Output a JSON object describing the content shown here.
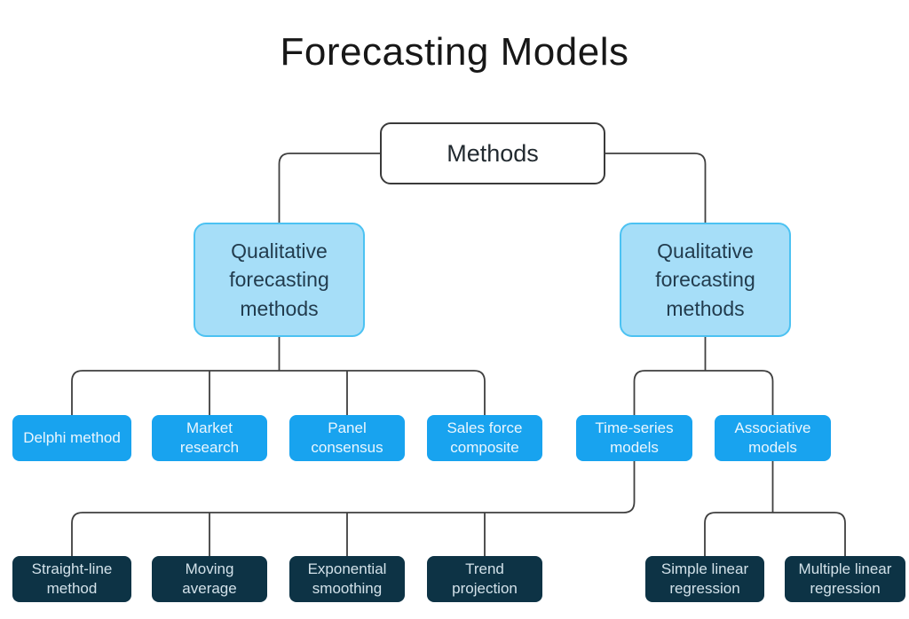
{
  "title": "Forecasting Models",
  "diagram": {
    "root": {
      "label": "Methods"
    },
    "branches": [
      {
        "label": "Qualitative forecasting methods",
        "children": [
          {
            "label": "Delphi method"
          },
          {
            "label": "Market research"
          },
          {
            "label": "Panel consensus"
          },
          {
            "label": "Sales force composite"
          }
        ]
      },
      {
        "label": "Qualitative forecasting methods",
        "children": [
          {
            "label": "Time-series models",
            "children": [
              {
                "label": "Straight-line method"
              },
              {
                "label": "Moving average"
              },
              {
                "label": "Exponential smoothing"
              },
              {
                "label": "Trend projection"
              }
            ]
          },
          {
            "label": "Associative models",
            "children": [
              {
                "label": "Simple linear regression"
              },
              {
                "label": "Multiple linear regression"
              }
            ]
          }
        ]
      }
    ]
  },
  "colors": {
    "primary_blue": "#18a3ef",
    "light_blue_fill": "#a6def8",
    "light_blue_border": "#4cc2f2",
    "dark_navy": "#0d3345",
    "connector": "#3f3f3f",
    "title_text": "#171717"
  }
}
